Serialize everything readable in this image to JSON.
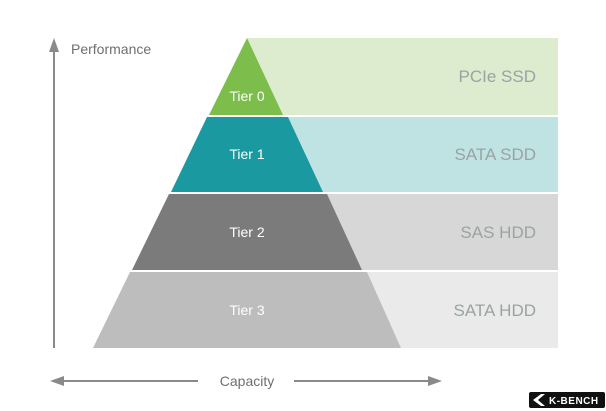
{
  "axes": {
    "vertical_label": "Performance",
    "horizontal_label": "Capacity",
    "axis_color": "#8a8a8a"
  },
  "tiers": [
    {
      "tier": "Tier 0",
      "technology": "PCIe SSD",
      "pyramid_color": "#7cbd4c",
      "band_color": "#ddebce"
    },
    {
      "tier": "Tier 1",
      "technology": "SATA SDD",
      "pyramid_color": "#1a9aa0",
      "band_color": "#bfe2e3"
    },
    {
      "tier": "Tier 2",
      "technology": "SAS HDD",
      "pyramid_color": "#7b7b7b",
      "band_color": "#d7d7d7"
    },
    {
      "tier": "Tier 3",
      "technology": "SATA HDD",
      "pyramid_color": "#bdbdbd",
      "band_color": "#eaeaea"
    }
  ],
  "logo": {
    "text": "K-BENCH",
    "icon": "chevron-left-icon"
  }
}
